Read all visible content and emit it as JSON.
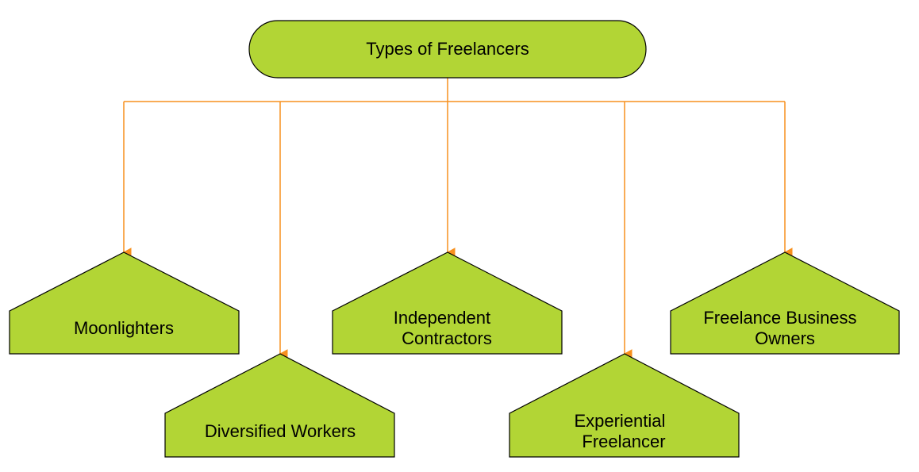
{
  "colors": {
    "node_fill": "#b2d535",
    "node_stroke": "#000000",
    "connector": "#f7901e",
    "text": "#000000",
    "background": "#ffffff"
  },
  "root": {
    "label": "Types of Freelancers",
    "shape": "rounded-rectangle"
  },
  "children": [
    {
      "label_lines": [
        "Moonlighters"
      ],
      "shape": "pentagon"
    },
    {
      "label_lines": [
        "Diversified Workers"
      ],
      "shape": "pentagon"
    },
    {
      "label_lines": [
        "Independent",
        "Contractors"
      ],
      "shape": "pentagon"
    },
    {
      "label_lines": [
        "Experiential",
        "Freelancer"
      ],
      "shape": "pentagon"
    },
    {
      "label_lines": [
        "Freelance Business",
        "Owners"
      ],
      "shape": "pentagon"
    }
  ]
}
